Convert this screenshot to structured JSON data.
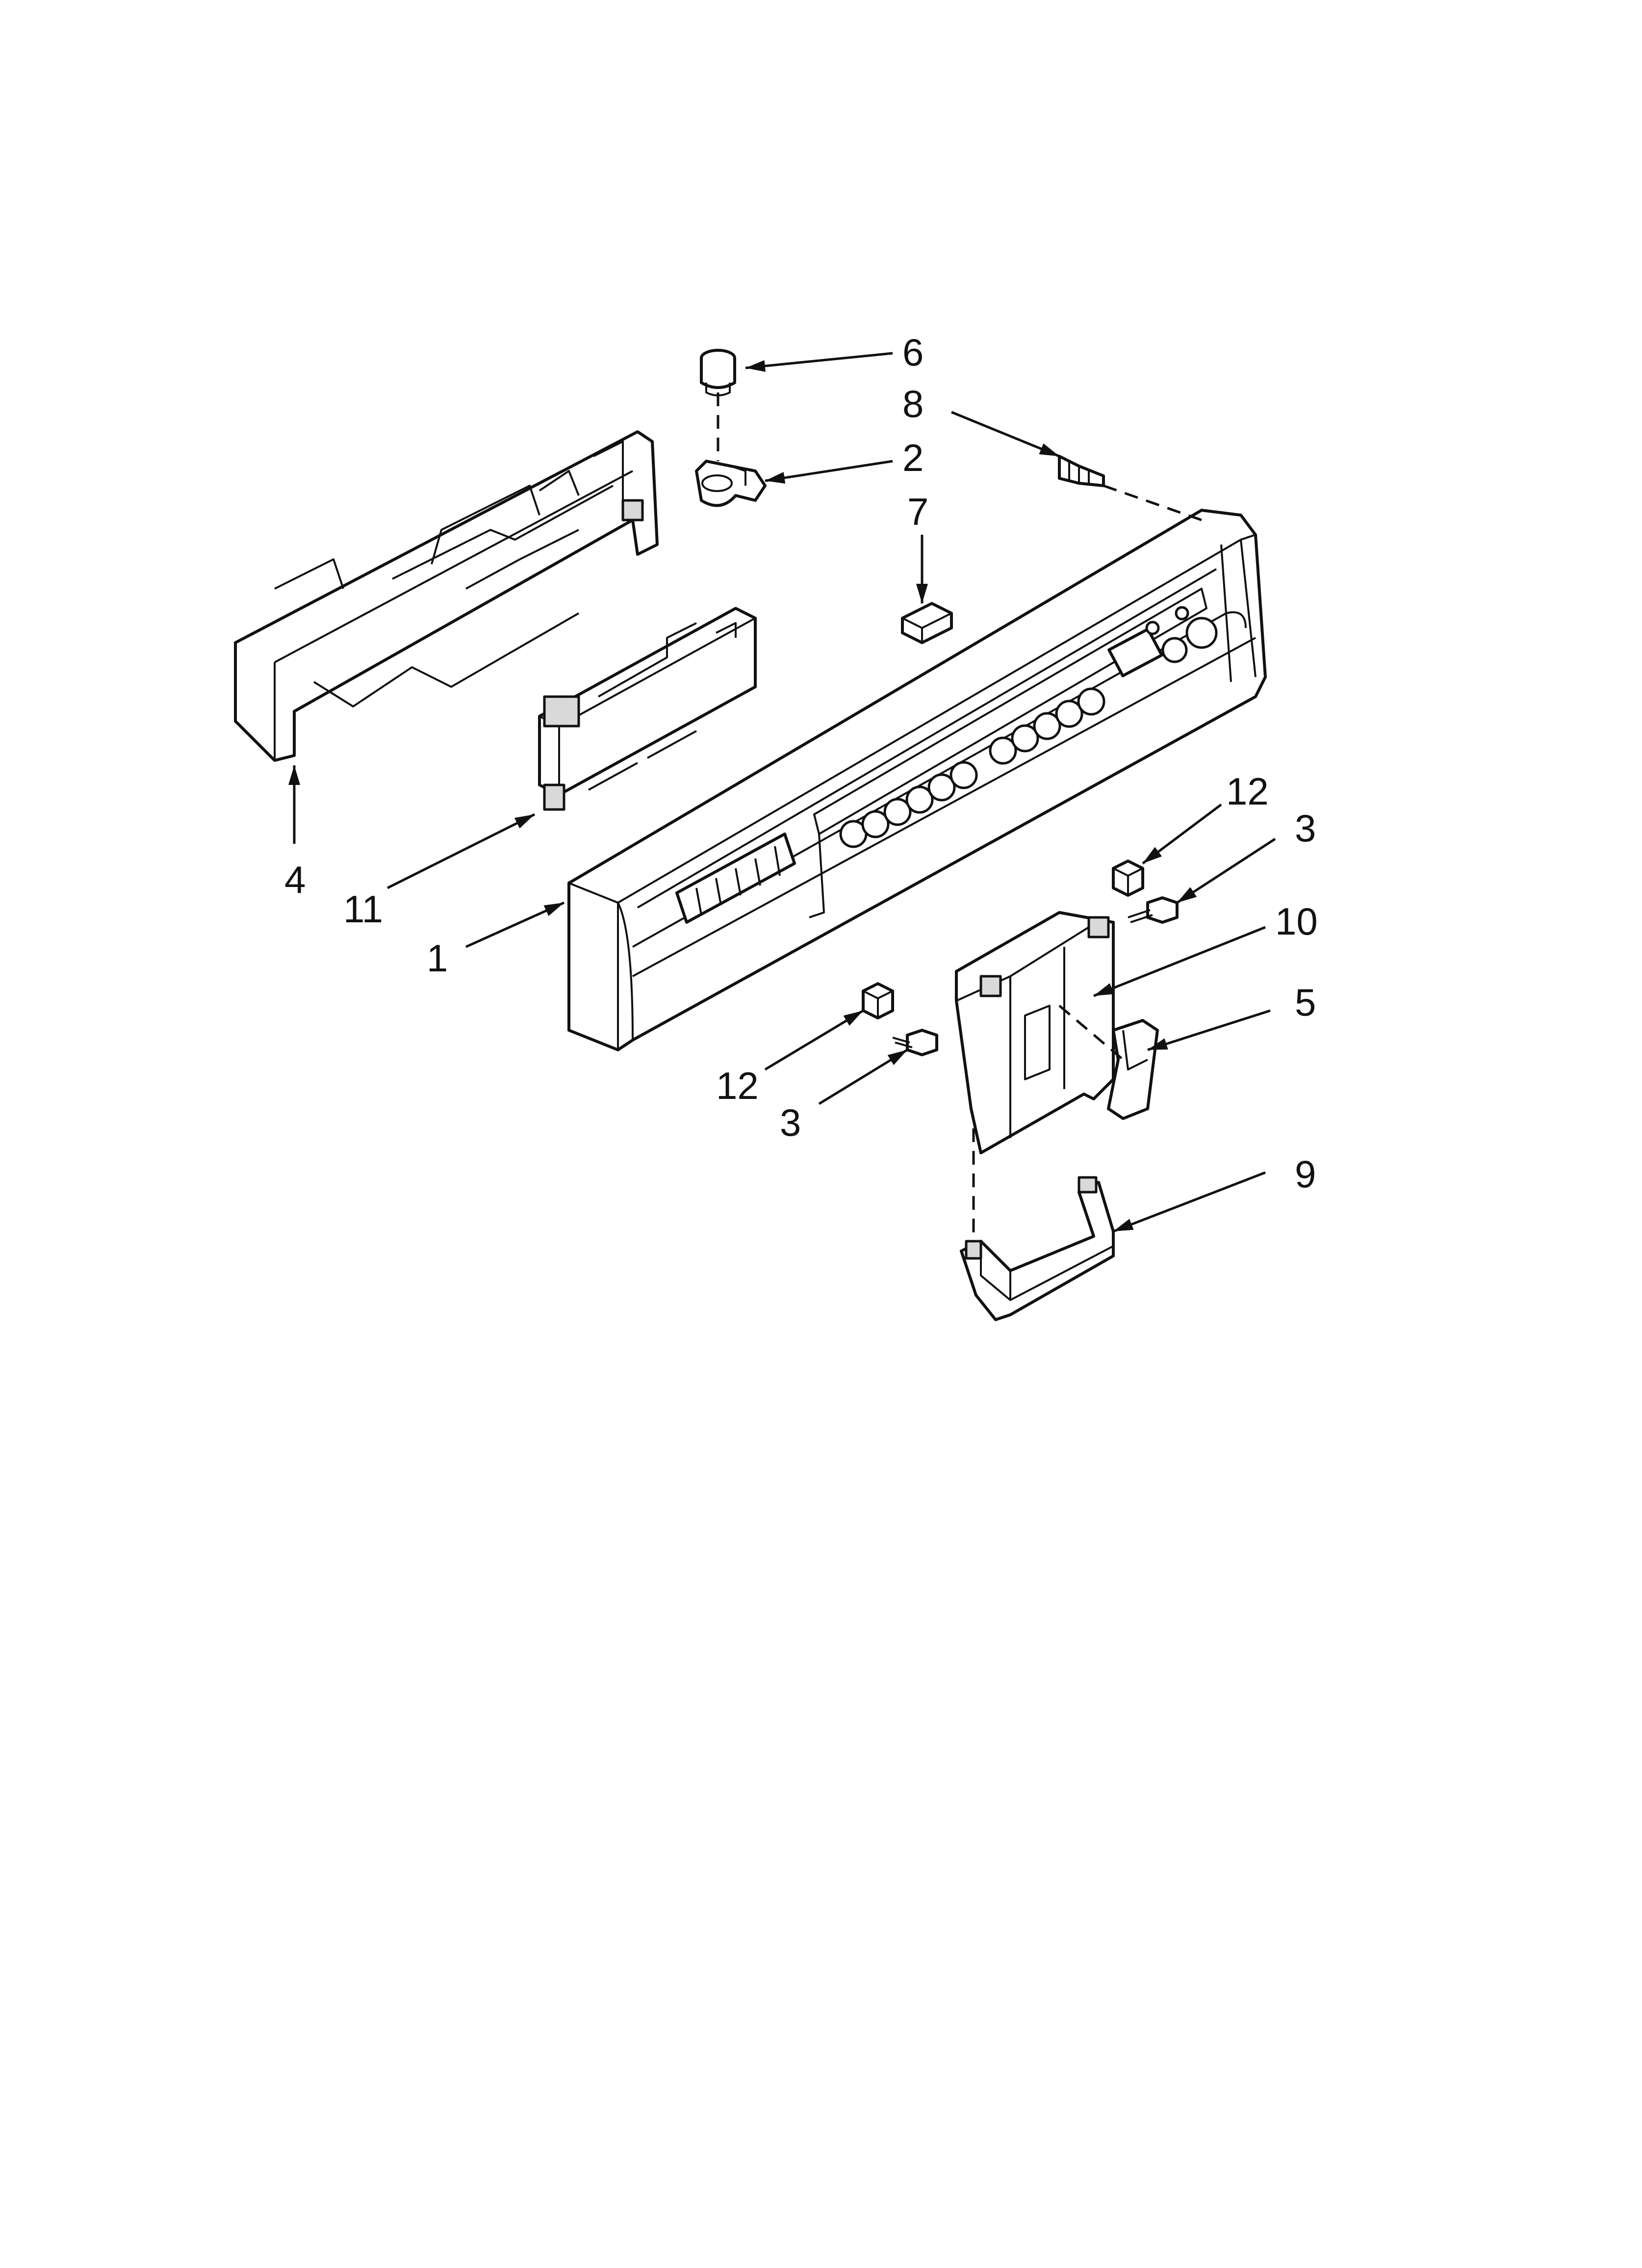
{
  "diagram": {
    "callouts": [
      {
        "id": "c6a",
        "label": "6"
      },
      {
        "id": "c8",
        "label": "8"
      },
      {
        "id": "c2",
        "label": "2"
      },
      {
        "id": "c7",
        "label": "7"
      },
      {
        "id": "c4",
        "label": "4"
      },
      {
        "id": "c11",
        "label": "11"
      },
      {
        "id": "c1",
        "label": "1"
      },
      {
        "id": "c12a",
        "label": "12"
      },
      {
        "id": "c3a",
        "label": "3"
      },
      {
        "id": "c10",
        "label": "10"
      },
      {
        "id": "c5",
        "label": "5"
      },
      {
        "id": "c12b",
        "label": "12"
      },
      {
        "id": "c3b",
        "label": "3"
      },
      {
        "id": "c9",
        "label": "9"
      }
    ]
  }
}
